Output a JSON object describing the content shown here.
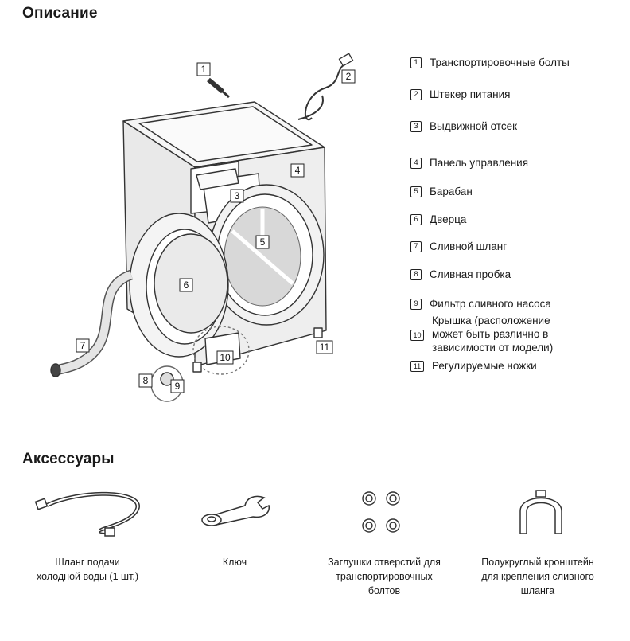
{
  "sections": {
    "description_title": "Описание",
    "accessories_title": "Аксессуары"
  },
  "callouts": [
    "1",
    "2",
    "3",
    "4",
    "5",
    "6",
    "7",
    "8",
    "9",
    "10",
    "11"
  ],
  "legend": [
    {
      "num": "1",
      "text": "Транспортировочные болты"
    },
    {
      "num": "2",
      "text": "Штекер питания"
    },
    {
      "num": "3",
      "text": "Выдвижной отсек"
    },
    {
      "num": "4",
      "text": "Панель управления"
    },
    {
      "num": "5",
      "text": "Барабан"
    },
    {
      "num": "6",
      "text": "Дверца"
    },
    {
      "num": "7",
      "text": "Сливной шланг"
    },
    {
      "num": "8",
      "text": "Сливная пробка"
    },
    {
      "num": "9",
      "text": "Фильтр сливного насоса"
    },
    {
      "num": "10",
      "text": "Крышка (расположение\nможет быть различно в\nзависимости от модели)"
    },
    {
      "num": "11",
      "text": "Регулируемые ножки"
    }
  ],
  "accessories": [
    {
      "icon": "hose-icon",
      "label": "Шланг подачи\nхолодной воды (1 шт.)"
    },
    {
      "icon": "wrench-icon",
      "label": "Ключ"
    },
    {
      "icon": "caps-icon",
      "label": "Заглушки отверстий для\nтранспортировочных\nболтов"
    },
    {
      "icon": "bracket-icon",
      "label": "Полукруглый кронштейн\nдля крепления сливного\nшланга"
    }
  ]
}
